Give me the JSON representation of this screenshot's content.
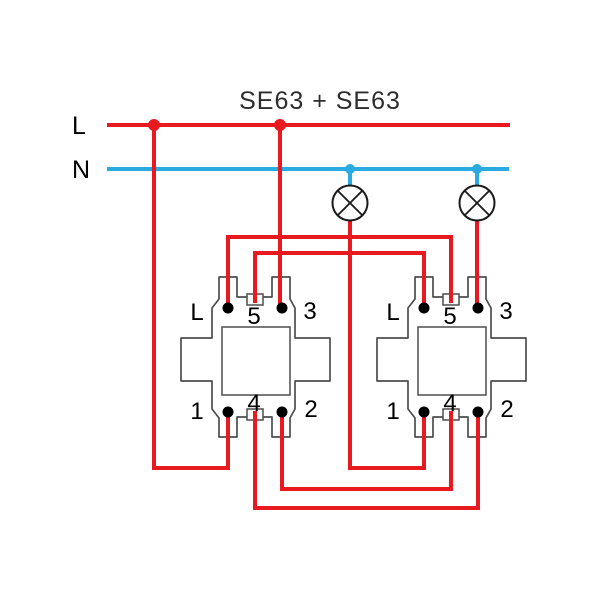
{
  "title": "SE63 + SE63",
  "colors": {
    "live": "#e8191f",
    "neutral": "#29abe2",
    "outline": "#4d4d4d",
    "label": "#000000",
    "title": "#2d2d2d",
    "lamp": "#1a1a1a"
  },
  "bus": {
    "live_label": "L",
    "neutral_label": "N"
  },
  "switches": [
    {
      "id": "switch-1",
      "top": [
        "L",
        "5",
        "3"
      ],
      "bottom": [
        "1",
        "4",
        "2"
      ]
    },
    {
      "id": "switch-2",
      "top": [
        "L",
        "5",
        "3"
      ],
      "bottom": [
        "1",
        "4",
        "2"
      ]
    }
  ],
  "lamps": [
    {
      "id": "lamp-1"
    },
    {
      "id": "lamp-2"
    }
  ],
  "connections": [
    {
      "from": "live-bus",
      "to": "switch-1.terminal-3",
      "color": "live"
    },
    {
      "from": "live-bus",
      "to": "switch-1.terminal-1",
      "color": "live"
    },
    {
      "from": "switch-1.terminal-L",
      "to": "switch-2.terminal-5",
      "color": "live"
    },
    {
      "from": "switch-1.terminal-5",
      "to": "switch-2.terminal-L",
      "color": "live"
    },
    {
      "from": "switch-1.terminal-4",
      "to": "switch-2.terminal-2",
      "color": "live"
    },
    {
      "from": "switch-1.terminal-2",
      "to": "switch-2.terminal-4",
      "color": "live"
    },
    {
      "from": "lamp-1",
      "to": "switch-2.terminal-1",
      "color": "live"
    },
    {
      "from": "lamp-2",
      "to": "switch-2.terminal-3",
      "color": "live"
    },
    {
      "from": "neutral-bus",
      "to": "lamp-1",
      "color": "neutral"
    },
    {
      "from": "neutral-bus",
      "to": "lamp-2",
      "color": "neutral"
    }
  ]
}
